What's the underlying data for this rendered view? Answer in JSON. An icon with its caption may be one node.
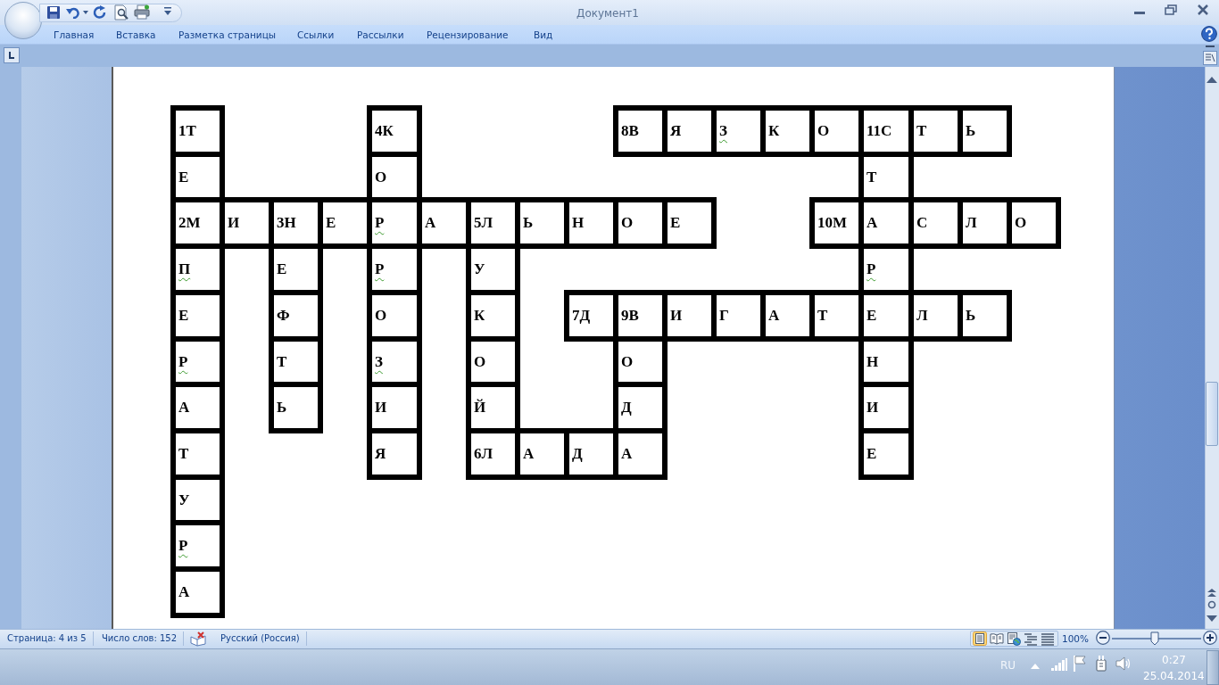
{
  "diagram": {
    "nodes": [
      {
        "text": [
          "1Т"
        ]
      },
      {
        "text": [
          "4К"
        ]
      },
      {
        "text": [
          "8В"
        ]
      },
      {
        "text": [
          "Я"
        ]
      },
      {
        "text": [
          "З"
        ]
      },
      {
        "text": [
          "К"
        ]
      },
      {
        "text": [
          "О"
        ]
      },
      {
        "text": [
          "11С"
        ]
      },
      {
        "text": [
          "Т"
        ]
      },
      {
        "text": [
          "Ь"
        ]
      },
      {
        "text": [
          "Е"
        ]
      },
      {
        "text": [
          "О"
        ]
      },
      {
        "text": [
          "Т"
        ]
      },
      {
        "text": [
          "2М"
        ]
      },
      {
        "text": [
          "И"
        ]
      },
      {
        "text": [
          "3Н"
        ]
      },
      {
        "text": [
          "Е"
        ]
      },
      {
        "text": [
          "Р"
        ]
      },
      {
        "text": [
          "А"
        ]
      },
      {
        "text": [
          "5Л"
        ]
      },
      {
        "text": [
          "Ь"
        ]
      },
      {
        "text": [
          "Н"
        ]
      },
      {
        "text": [
          "О"
        ]
      },
      {
        "text": [
          "Е"
        ]
      },
      {
        "text": [
          "10М"
        ]
      },
      {
        "text": [
          "А"
        ]
      },
      {
        "text": [
          "С"
        ]
      },
      {
        "text": [
          "Л"
        ]
      },
      {
        "text": [
          "О"
        ]
      },
      {
        "text": [
          "П"
        ]
      },
      {
        "text": [
          "Е"
        ]
      },
      {
        "text": [
          "Р"
        ]
      },
      {
        "text": [
          "У"
        ]
      },
      {
        "text": [
          "Р"
        ]
      },
      {
        "text": [
          "Е"
        ]
      },
      {
        "text": [
          "Ф"
        ]
      },
      {
        "text": [
          "О"
        ]
      },
      {
        "text": [
          "К"
        ]
      },
      {
        "text": [
          "7Д"
        ]
      },
      {
        "text": [
          "9В"
        ]
      },
      {
        "text": [
          "И"
        ]
      },
      {
        "text": [
          "Г"
        ]
      },
      {
        "text": [
          "А"
        ]
      },
      {
        "text": [
          "Т"
        ]
      },
      {
        "text": [
          "Е"
        ]
      },
      {
        "text": [
          "Л"
        ]
      },
      {
        "text": [
          "Ь"
        ]
      },
      {
        "text": [
          "Р"
        ]
      },
      {
        "text": [
          "Т"
        ]
      },
      {
        "text": [
          "З"
        ]
      },
      {
        "text": [
          "О"
        ]
      },
      {
        "text": [
          "О"
        ]
      },
      {
        "text": [
          "Н"
        ]
      },
      {
        "text": [
          "А"
        ]
      },
      {
        "text": [
          "Ь"
        ]
      },
      {
        "text": [
          "И"
        ]
      },
      {
        "text": [
          "Й"
        ]
      },
      {
        "text": [
          "Д"
        ]
      },
      {
        "text": [
          "И"
        ]
      },
      {
        "text": [
          "Т"
        ]
      },
      {
        "text": [
          "Я"
        ]
      },
      {
        "text": [
          "6Л"
        ]
      },
      {
        "text": [
          "А"
        ]
      },
      {
        "text": [
          "Д"
        ]
      },
      {
        "text": [
          "А"
        ]
      },
      {
        "text": [
          "Е"
        ]
      },
      {
        "text": [
          "У"
        ]
      },
      {
        "text": [
          "Р"
        ]
      },
      {
        "text": [
          "А"
        ]
      }
    ],
    "labels": [
      "Документ1",
      "Главная",
      "Вставка",
      "Разметка страницы",
      "Ссылки",
      "Рассылки",
      "Рецензирование",
      "Вид",
      "Страница: 4 из 5",
      "Число слов: 152",
      "Русский (Россия)",
      "100%",
      "RU",
      "0:27",
      "25.04.2014"
    ]
  }
}
